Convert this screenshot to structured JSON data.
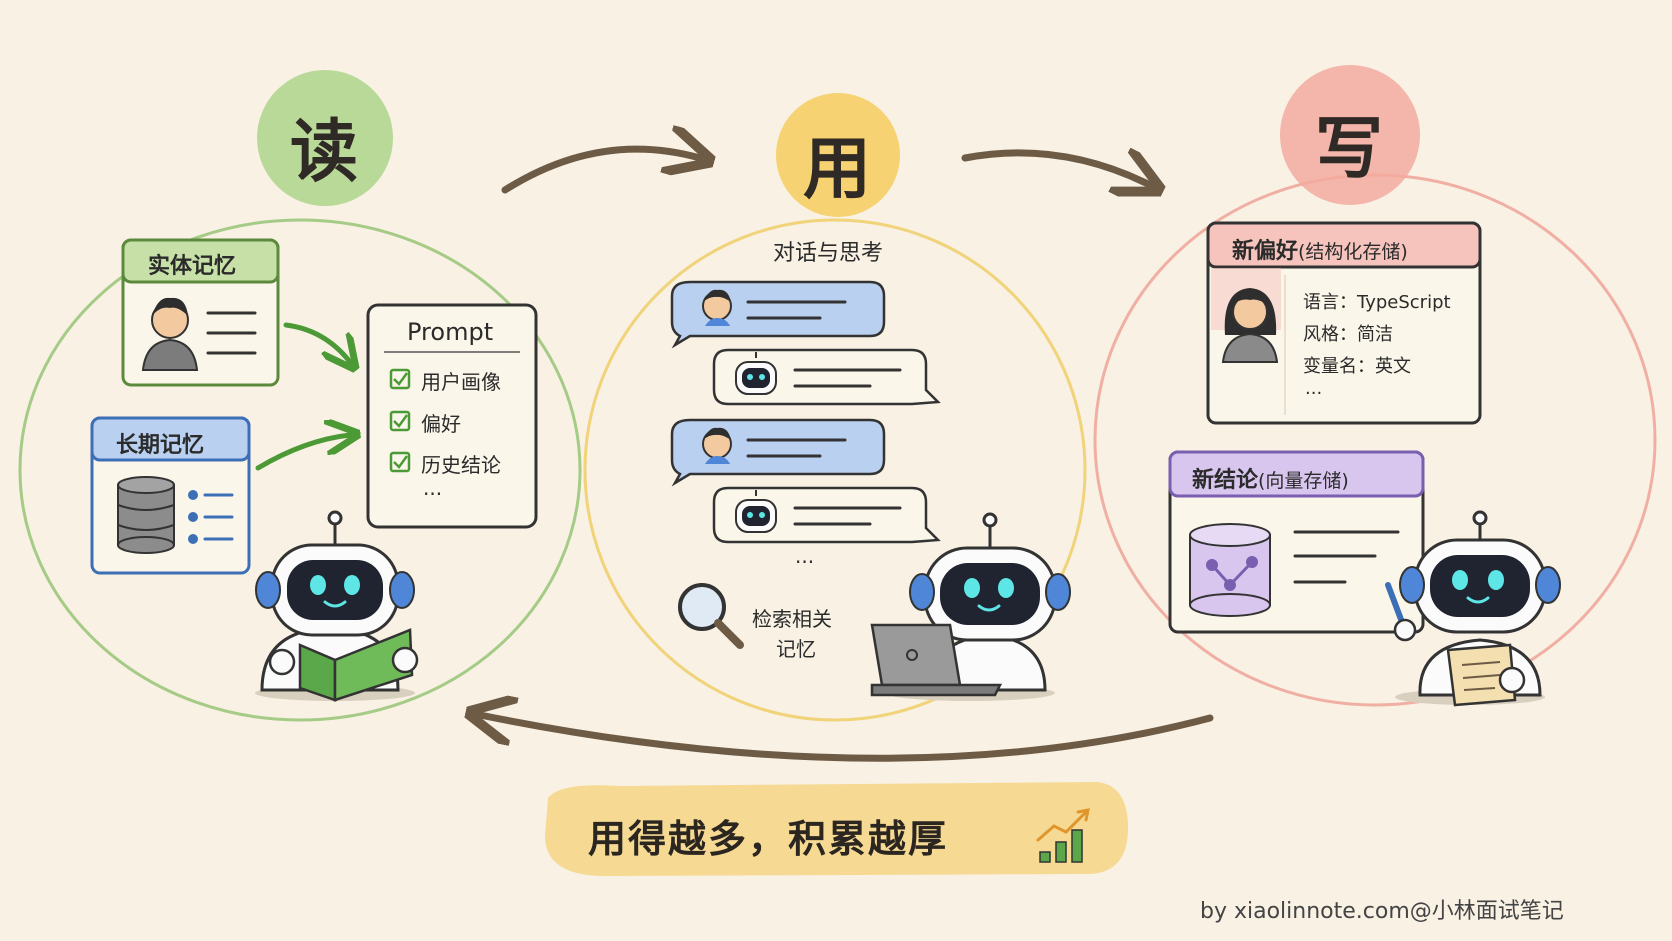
{
  "stages": {
    "read": {
      "label": "读",
      "color": "#8bc06a"
    },
    "use": {
      "label": "用",
      "color": "#f3c64e"
    },
    "write": {
      "label": "写",
      "color": "#ee9a8e"
    }
  },
  "read": {
    "entity_memory": {
      "title": "实体记忆",
      "color": "#c6e0a8"
    },
    "long_term_memory": {
      "title": "长期记忆",
      "color": "#b9d0f0"
    },
    "prompt": {
      "title": "Prompt",
      "items": [
        "用户画像",
        "偏好",
        "历史结论"
      ],
      "ellipsis": "···"
    }
  },
  "use": {
    "title": "对话与思考",
    "ellipsis": "···",
    "search_label_line1": "检索相关",
    "search_label_line2": "记忆"
  },
  "write": {
    "new_preference": {
      "title": "新偏好",
      "subtitle": "(结构化存储)",
      "fields": [
        "语言：TypeScript",
        "风格：简洁",
        "变量名：英文"
      ],
      "ellipsis": "···",
      "color": "#f6c4bd"
    },
    "new_conclusion": {
      "title": "新结论",
      "subtitle": "(向量存储)",
      "color": "#d9c6ef"
    }
  },
  "slogan": "用得越多，积累越厚",
  "credit": "by  xiaolinnote.com@小林面试笔记"
}
